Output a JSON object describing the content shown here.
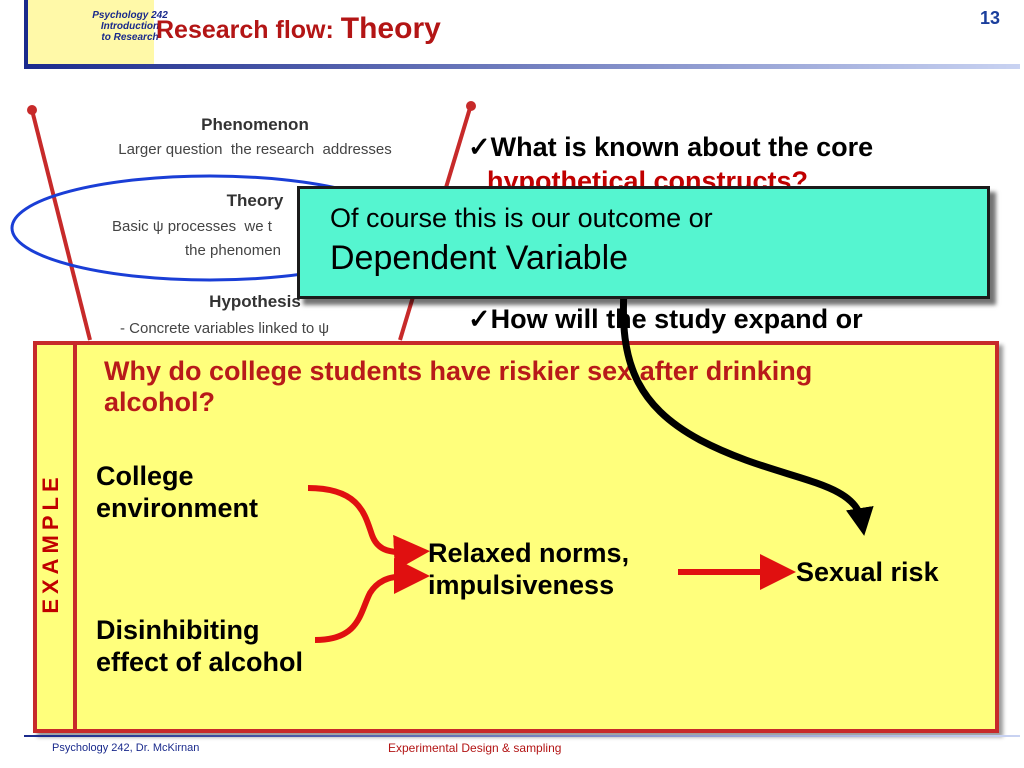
{
  "header": {
    "logo_lines": [
      "Psychology 242",
      "Introduction",
      "to Research"
    ],
    "title_prefix": "Research flow: ",
    "title_main": "Theory",
    "page_number": "13"
  },
  "flowchart": {
    "phenomenon": {
      "heading": "Phenomenon",
      "body": "Larger question  the research  addresses"
    },
    "theory": {
      "heading": "Theory",
      "body_line1": "Basic ψ processes  we t",
      "body_line2": "the phenomen"
    },
    "hypothesis": {
      "heading": "Hypothesis",
      "body": "- Concrete variables linked to ψ"
    }
  },
  "bullets": [
    {
      "check": "✓",
      "text": "What is known about the core"
    },
    {
      "check": "",
      "text": "hypothetical constructs?"
    },
    {
      "check": "✓",
      "text": "How will the study expand or"
    }
  ],
  "callout": {
    "line1": "Of course this is our outcome or",
    "line2": "Dependent Variable"
  },
  "example": {
    "label": "EXAMPLE",
    "question": "Why do college students have riskier sex after drinking alcohol?",
    "nodes": {
      "college_line1": "College",
      "college_line2": "environment",
      "alcohol_line1": "Disinhibiting",
      "alcohol_line2": "effect of alcohol",
      "norms_line1": "Relaxed norms,",
      "norms_line2": "impulsiveness",
      "risk": "Sexual risk"
    }
  },
  "footer": {
    "left": "Psychology 242, Dr. McKirnan",
    "center": "Experimental Design & sampling"
  },
  "colors": {
    "title_red": "#b31515",
    "callout_fill": "#55f5d0",
    "example_fill": "#ffff7c",
    "arrow_red": "#e01010",
    "ellipse_blue": "#1a3ed6"
  }
}
